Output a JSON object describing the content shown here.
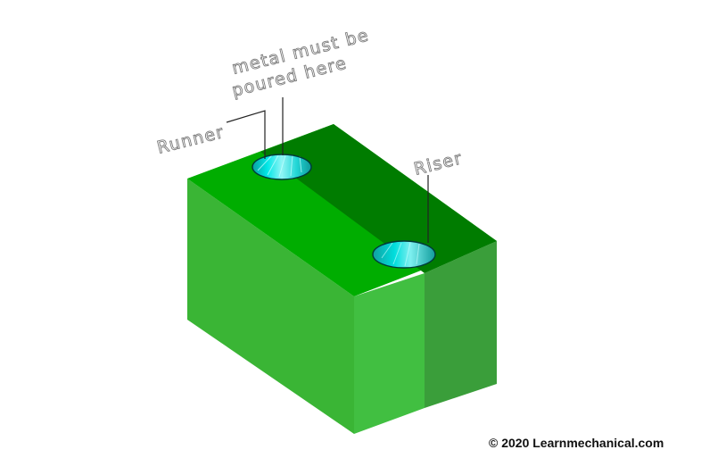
{
  "labels": {
    "poured_line1": "metal must be",
    "poured_line2": "poured here",
    "runner": "Runner",
    "riser": "Riser"
  },
  "copyright": "© 2020 Learnmechanical.com",
  "colors": {
    "front_face": "#3ab535",
    "top_face": "#00ad00",
    "top_face_dark": "#007c00",
    "right_face_light": "#41bf41",
    "right_face_dark": "#3a9e3a",
    "hole_cyan": "#00d4d4",
    "label_stroke": "#7a7a7a"
  }
}
